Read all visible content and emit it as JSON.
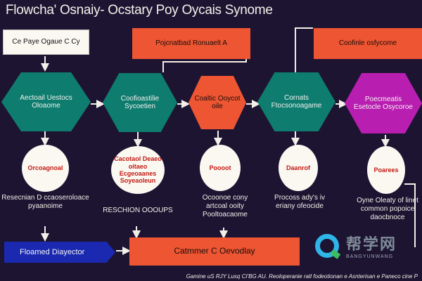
{
  "title": "Flowcha' Osnaiy- Ocstary Poy Oycais Synome",
  "top": {
    "left_box": "Ce Paye Ogaue C Cy",
    "center_box": "Pojcnatbad Ronuaelt A",
    "right_box": "Coofinle osfycome"
  },
  "row1": [
    "Aectoail Uestocs Oloaome",
    "Coofioastilie Sycoetien",
    "Coaltic Ooycot oile",
    "Cornats Ftocsonoagame",
    "Poecmeatis Esetocle Osycoroe"
  ],
  "row2": [
    "Orcoagnoal",
    "Cacotaol Deaeo oitaeo Ecgeoaanes Soyeaoleun",
    "Poooot",
    "Daanrof",
    "Poarees"
  ],
  "row3": [
    "Resecnian D ccaoseroloace pyaanoime",
    "RESCHION OOOUPS",
    "Ocoonoe cony artcoal ooity Pooltoacaome",
    "Procoss ady's iv eriany ofeocide",
    "Oyne Oleaty of linet common popoice daocbnoce"
  ],
  "bottom": {
    "blue_box": "Floamed Diayector",
    "red_box": "Catmmer C Oevodlay"
  },
  "footer": "Gamine uS RJY Lusq CI'BG AU. Reoloperanie ratl fodeotionan e Asnterisan e Paneco cine P",
  "watermark": {
    "chinese": "帮学网",
    "latin": "BANGYUNWANG"
  },
  "colors": {
    "background": "#1d1432",
    "teal": "#0e7c6f",
    "red": "#ee5532",
    "purple": "#b81fb0",
    "blue": "#1a29b0"
  }
}
